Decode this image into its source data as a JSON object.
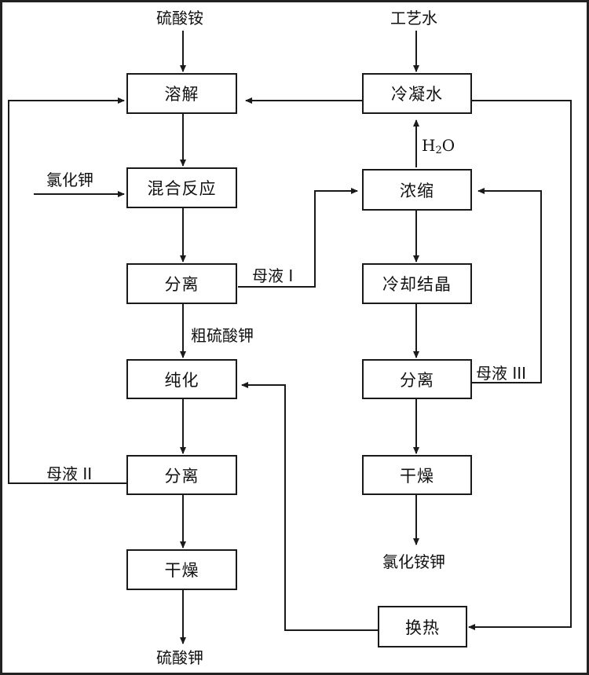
{
  "nodes": {
    "dissolve": "溶解",
    "condensate": "冷凝水",
    "mix_reaction": "混合反应",
    "concentrate": "浓缩",
    "separation_1": "分离",
    "cool_crystallize": "冷却结晶",
    "purify": "纯化",
    "separation_3": "分离",
    "separation_2": "分离",
    "dry_right": "干燥",
    "dry_left": "干燥",
    "heat_exchange": "换热"
  },
  "labels": {
    "ammonium_sulfate": "硫酸铵",
    "process_water": "工艺水",
    "potassium_chloride": "氯化钾",
    "h2o_main": "H",
    "h2o_sub": "2",
    "h2o_tail": "O",
    "mother_liquor_1": "母液 I",
    "crude_potassium_sulfate": "粗硫酸钾",
    "mother_liquor_3": "母液 III",
    "mother_liquor_2": "母液 II",
    "ammonium_potassium_chloride": "氯化铵钾",
    "potassium_sulfate": "硫酸钾"
  },
  "colors": {
    "line": "#1a1a1a",
    "border": "#222222"
  }
}
